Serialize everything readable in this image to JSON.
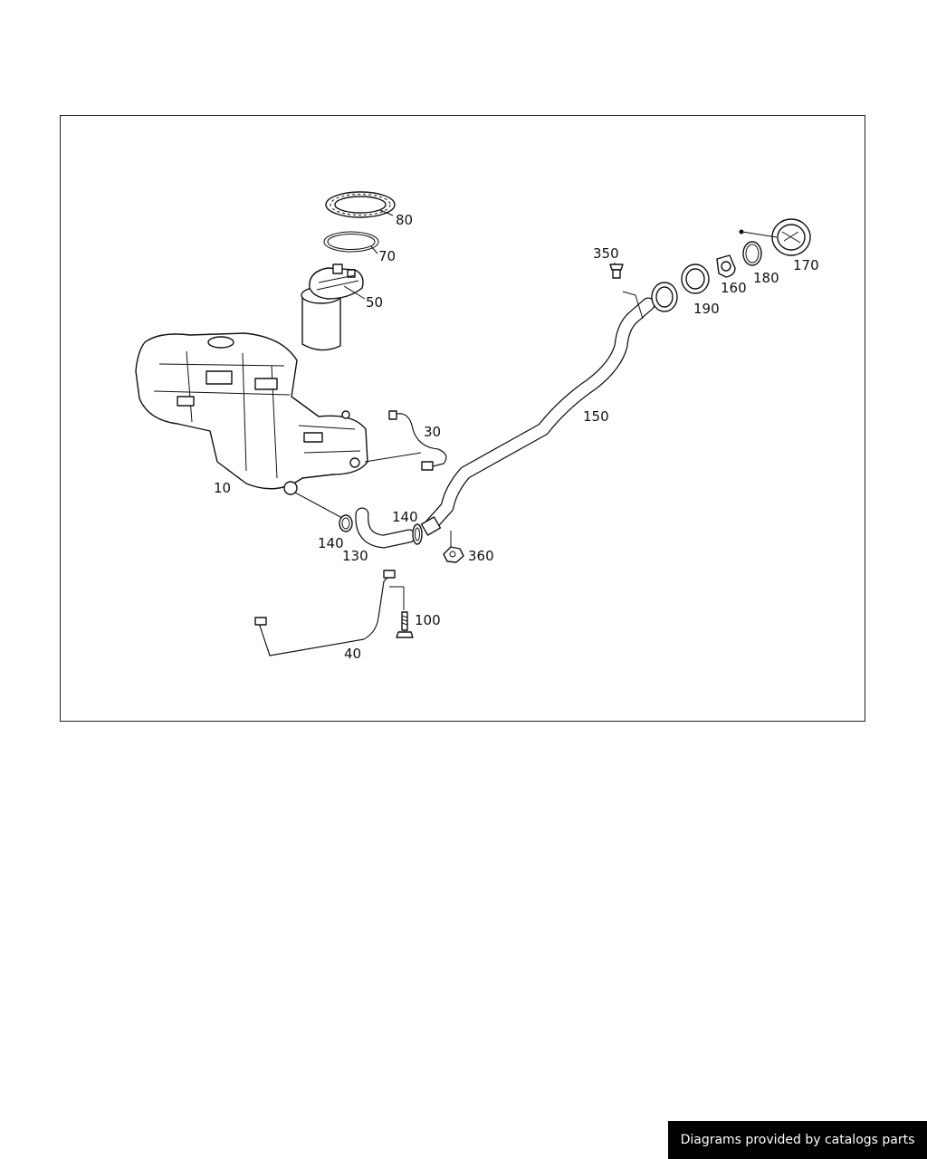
{
  "diagram": {
    "callouts": {
      "c10": "10",
      "c30": "30",
      "c40": "40",
      "c50": "50",
      "c70": "70",
      "c80": "80",
      "c100": "100",
      "c130": "130",
      "c140a": "140",
      "c140b": "140",
      "c150": "150",
      "c160": "160",
      "c170": "170",
      "c180": "180",
      "c190": "190",
      "c350": "350",
      "c360": "360"
    }
  },
  "footer": {
    "text": "Diagrams provided by catalogs parts"
  }
}
